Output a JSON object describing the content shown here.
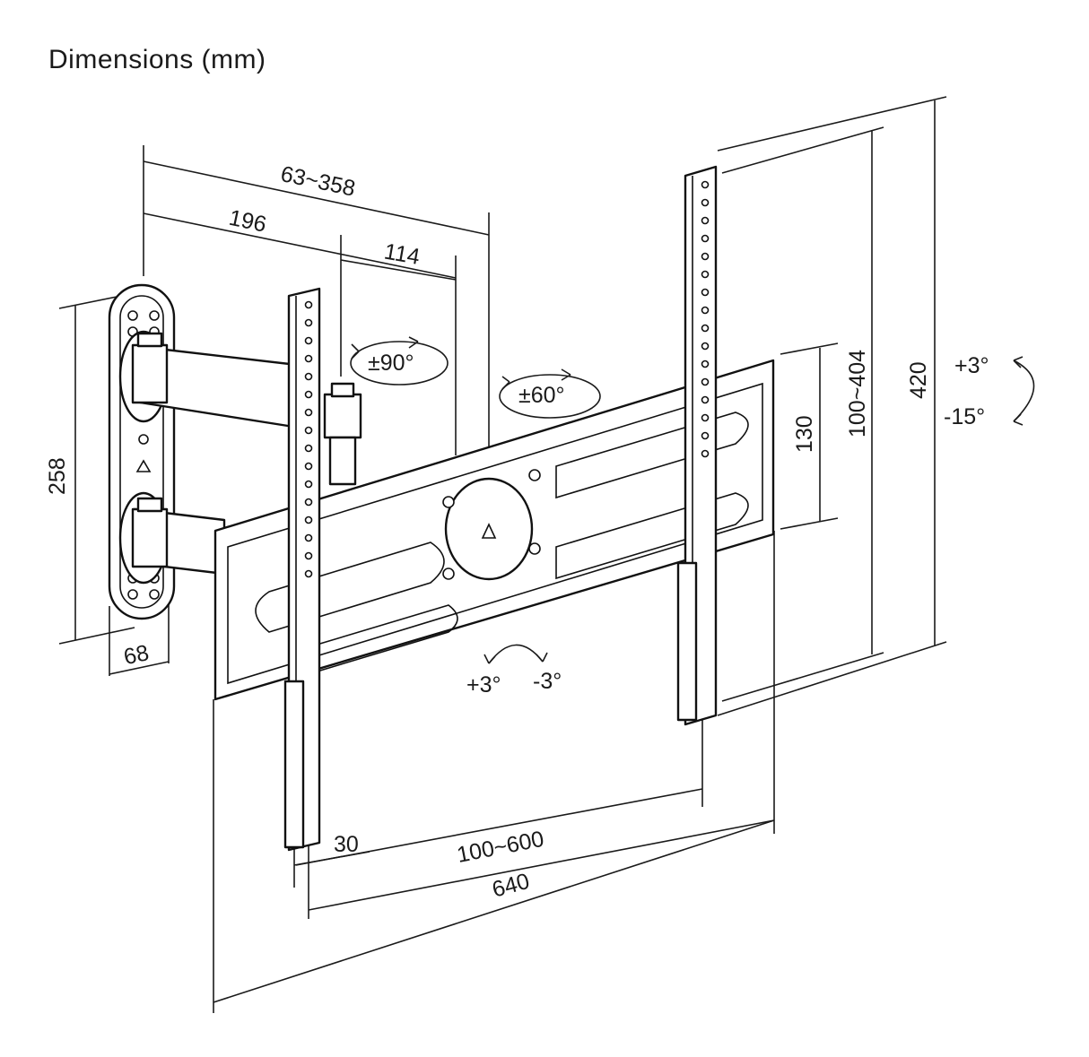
{
  "title": "Dimensions (mm)",
  "dimensions": {
    "arm_extension": "63~358",
    "arm_first_segment": "196",
    "arm_second_segment": "114",
    "wall_plate_height": "258",
    "wall_plate_width": "68",
    "tv_bracket_rail_height": "130",
    "vesa_vertical": "100~404",
    "overall_height": "420",
    "vesa_horizontal": "100~600",
    "overall_width": "640",
    "arm_depth": "30"
  },
  "rotations": {
    "swivel_arm": "±90°",
    "swivel_bracket": "±60°",
    "tilt_up": "+3°",
    "tilt_down": "-15°",
    "level_plus": "+3°",
    "level_minus": "-3°"
  }
}
